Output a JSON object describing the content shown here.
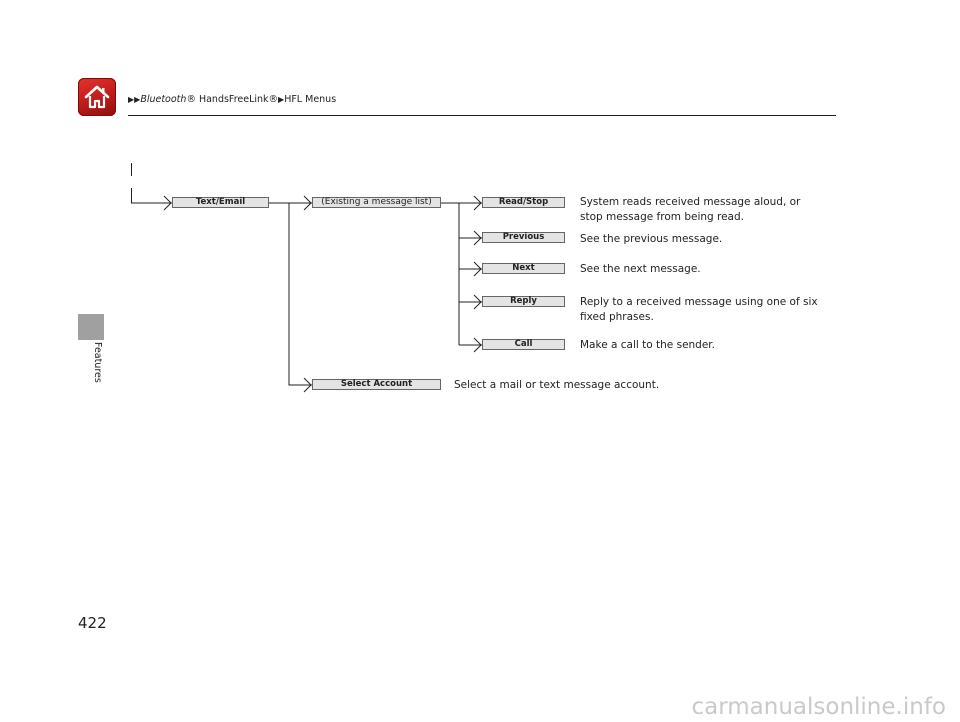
{
  "header": {
    "breadcrumb": {
      "arrow": "▶▶",
      "bluetooth": "Bluetooth",
      "segment1_rest": "® HandsFreeLink®",
      "arrow2": "▶",
      "segment2": "HFL Menus"
    }
  },
  "side_tab": {
    "label": "Features"
  },
  "menu": {
    "root": "Text/Email",
    "branch": "(Existing a message list)",
    "items": [
      {
        "label": "Read/Stop",
        "description": "System reads received message aloud, or stop message from being read."
      },
      {
        "label": "Previous",
        "description": "See the previous message."
      },
      {
        "label": "Next",
        "description": "See the next message."
      },
      {
        "label": "Reply",
        "description": "Reply to a received message using one of six fixed phrases."
      },
      {
        "label": "Call",
        "description": "Make a call to the sender."
      }
    ],
    "select_account": {
      "label": "Select Account",
      "description": "Select a mail or text message account."
    }
  },
  "footer": {
    "page_number": "422",
    "watermark": "carmanualsonline.info"
  },
  "colors": {
    "home_button": "#d42420",
    "tab": "#a0a0a0",
    "box_fill": "#e4e4e4"
  },
  "icons": [
    "home-icon"
  ]
}
